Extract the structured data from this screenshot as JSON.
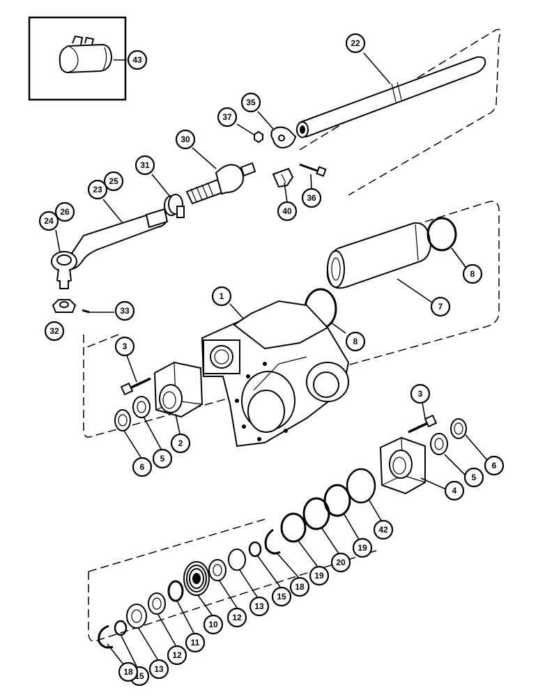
{
  "callouts": [
    {
      "id": "c43",
      "label": "43"
    },
    {
      "id": "c22",
      "label": "22"
    },
    {
      "id": "c35",
      "label": "35"
    },
    {
      "id": "c37",
      "label": "37"
    },
    {
      "id": "c30",
      "label": "30"
    },
    {
      "id": "c31",
      "label": "31"
    },
    {
      "id": "c23",
      "label": "23"
    },
    {
      "id": "c25",
      "label": "25"
    },
    {
      "id": "c24",
      "label": "24"
    },
    {
      "id": "c26",
      "label": "26"
    },
    {
      "id": "c36",
      "label": "36"
    },
    {
      "id": "c40",
      "label": "40"
    },
    {
      "id": "c8a",
      "label": "8"
    },
    {
      "id": "c7",
      "label": "7"
    },
    {
      "id": "c8b",
      "label": "8"
    },
    {
      "id": "c1",
      "label": "1"
    },
    {
      "id": "c33",
      "label": "33"
    },
    {
      "id": "c32",
      "label": "32"
    },
    {
      "id": "c3a",
      "label": "3"
    },
    {
      "id": "c6a",
      "label": "6"
    },
    {
      "id": "c5a",
      "label": "5"
    },
    {
      "id": "c2",
      "label": "2"
    },
    {
      "id": "c3b",
      "label": "3"
    },
    {
      "id": "c6b",
      "label": "6"
    },
    {
      "id": "c5b",
      "label": "5"
    },
    {
      "id": "c4",
      "label": "4"
    },
    {
      "id": "c42",
      "label": "42"
    },
    {
      "id": "c19a",
      "label": "19"
    },
    {
      "id": "c20",
      "label": "20"
    },
    {
      "id": "c19b",
      "label": "19"
    },
    {
      "id": "c18a",
      "label": "18"
    },
    {
      "id": "c15a",
      "label": "15"
    },
    {
      "id": "c13a",
      "label": "13"
    },
    {
      "id": "c12a",
      "label": "12"
    },
    {
      "id": "c10",
      "label": "10"
    },
    {
      "id": "c11",
      "label": "11"
    },
    {
      "id": "c12b",
      "label": "12"
    },
    {
      "id": "c13b",
      "label": "13"
    },
    {
      "id": "c15b",
      "label": "15"
    },
    {
      "id": "c18b",
      "label": "18"
    }
  ]
}
